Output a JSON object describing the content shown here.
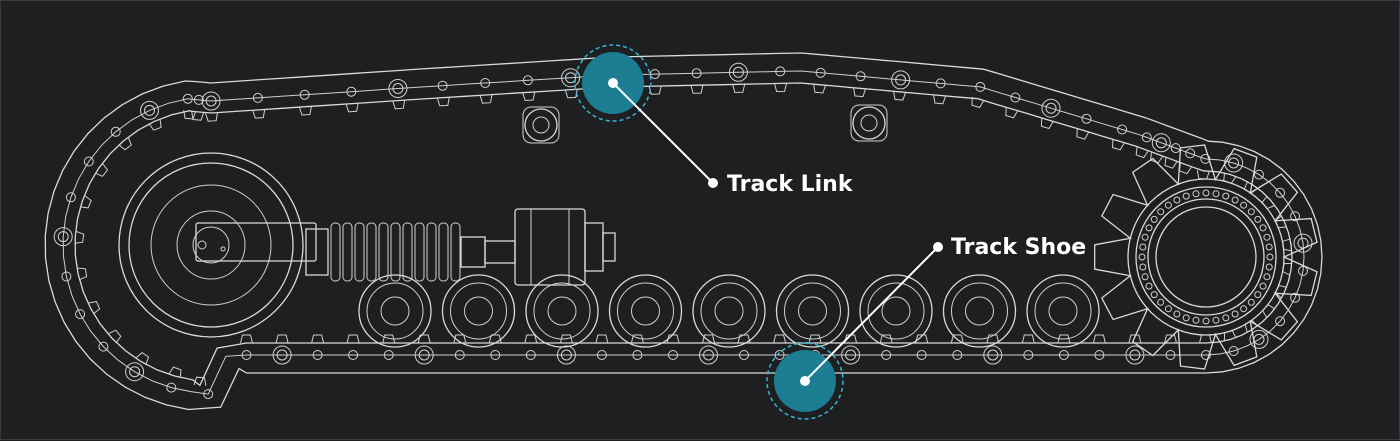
{
  "diagram": {
    "colors": {
      "background": "#1e1f21",
      "linework": "#d9dadc",
      "highlight": "#1c7d93",
      "highlight_ring": "#35b7d6",
      "label": "#ffffff"
    },
    "callouts": [
      {
        "id": "track-link",
        "label": "Track Link"
      },
      {
        "id": "track-shoe",
        "label": "Track Shoe"
      }
    ]
  }
}
